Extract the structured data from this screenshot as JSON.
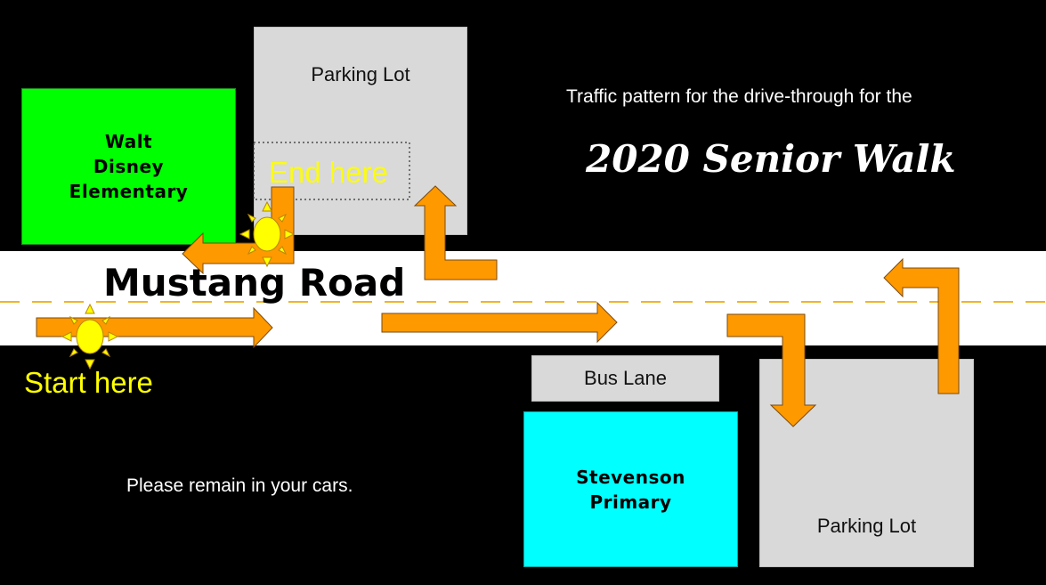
{
  "road": {
    "name": "Mustang Road"
  },
  "places": {
    "walt_disney": {
      "line1": "Walt",
      "line2": "Disney",
      "line3": "Elementary",
      "color": "#00ff00"
    },
    "parking_lot_north": {
      "label": "Parking Lot",
      "color": "#d9d9d9"
    },
    "bus_lane": {
      "label": "Bus Lane",
      "color": "#d9d9d9"
    },
    "stevenson": {
      "line1": "Stevenson",
      "line2": "Primary",
      "color": "#00ffff"
    },
    "parking_lot_south": {
      "label": "Parking Lot",
      "color": "#d9d9d9"
    }
  },
  "markers": {
    "start": "Start here",
    "end": "End here"
  },
  "notes": {
    "intro": "Traffic pattern for the drive-through for the",
    "title": "2020 Senior Walk",
    "remain": "Please remain in your cars."
  },
  "colors": {
    "arrow": "#ff9900",
    "sun": "#ffff00",
    "lane_dash": "#f0b429",
    "marker_text": "#ffff00"
  }
}
